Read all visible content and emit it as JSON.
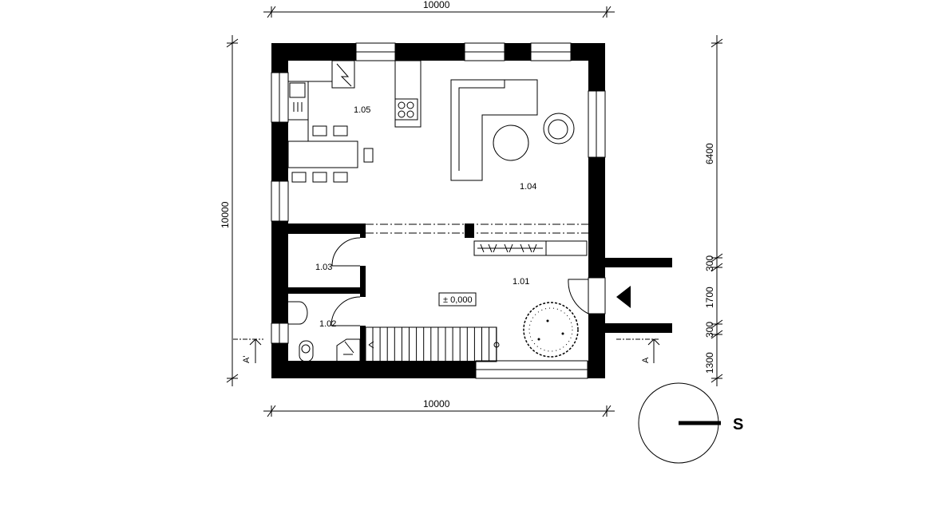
{
  "rooms": [
    {
      "id": "1.05"
    },
    {
      "id": "1.04"
    },
    {
      "id": "1.03"
    },
    {
      "id": "1.02"
    },
    {
      "id": "1.01"
    }
  ],
  "elevation_label": "± 0,000",
  "dimensions": {
    "top": "10000",
    "bottom": "10000",
    "left": "10000",
    "right": [
      "6400",
      "300",
      "1700",
      "300",
      "1300"
    ]
  },
  "section_markers": {
    "left": "A'",
    "right": "A"
  },
  "compass": {
    "direction": "S"
  }
}
